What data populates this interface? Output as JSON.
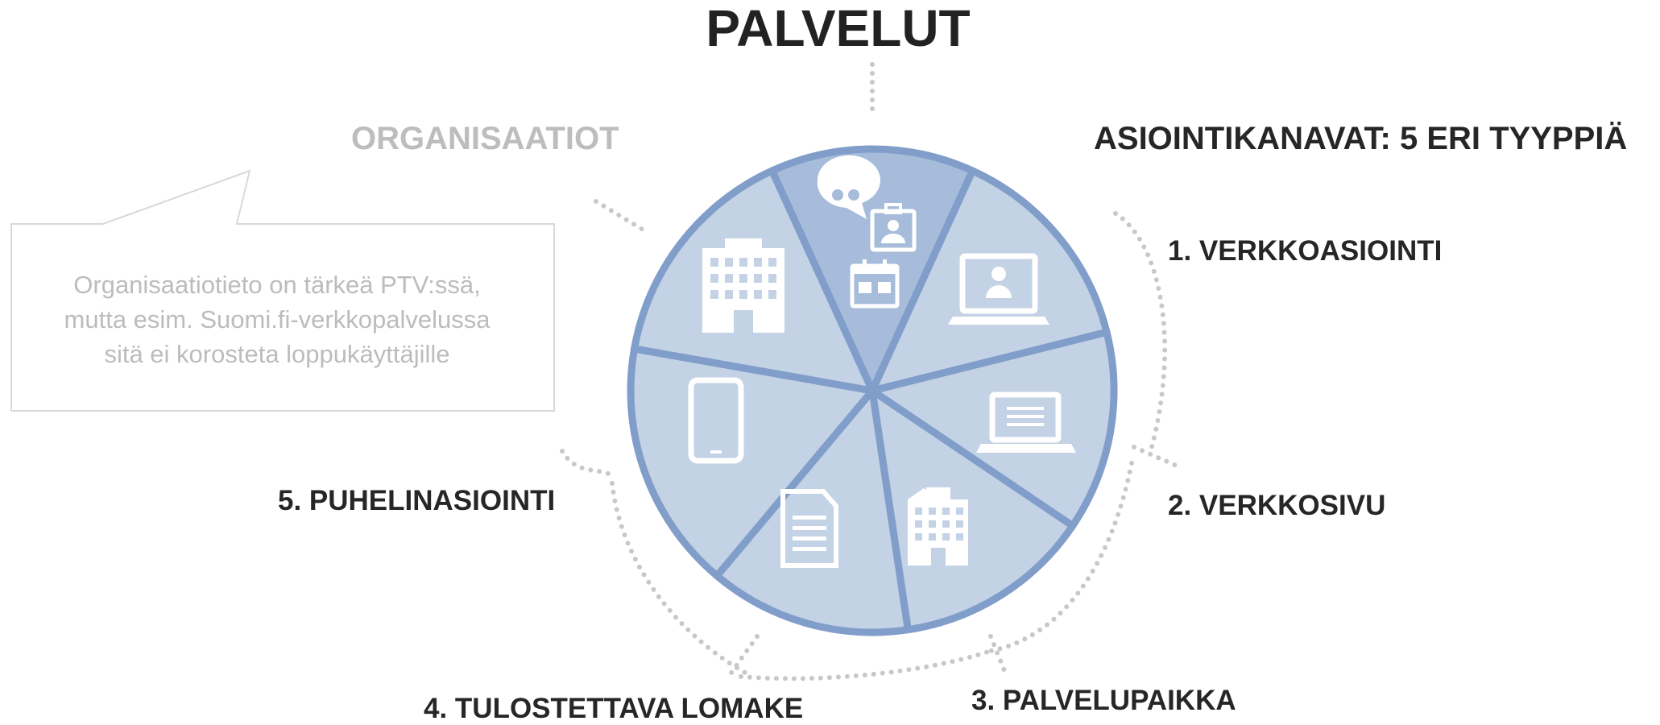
{
  "title": "PALVELUT",
  "organizations": {
    "label": "ORGANISAATIOT",
    "note_lines": [
      "Organisaatiotieto on tärkeä PTV:ssä,",
      "mutta esim. Suomi.fi-verkkopalvelussa",
      "sitä ei korosteta loppukäyttäjille"
    ]
  },
  "channels": {
    "heading": "ASIOINTIKANAVAT: 5 ERI TYYPPIÄ",
    "items": [
      {
        "label": "1. VERKKOASIOINTI",
        "icon": "laptop-user-icon"
      },
      {
        "label": "2. VERKKOSIVU",
        "icon": "laptop-document-icon"
      },
      {
        "label": "3. PALVELUPAIKKA",
        "icon": "building-icon"
      },
      {
        "label": "4. TULOSTETTAVA LOMAKE",
        "icon": "document-icon"
      },
      {
        "label": "5. PUHELINASIOINTI",
        "icon": "tablet-icon"
      }
    ]
  },
  "pie_segments": [
    "services",
    "online-service",
    "web-page",
    "service-location",
    "printable-form",
    "phone-service",
    "organizations"
  ],
  "colors": {
    "segment_fill": "#c3d2e5",
    "segment_highlight": "#a6bcda",
    "divider": "#809ec9",
    "icon": "#ffffff",
    "dots": "#c8c8c8",
    "muted_text": "#bdbdbd",
    "dark_text": "#262626"
  }
}
